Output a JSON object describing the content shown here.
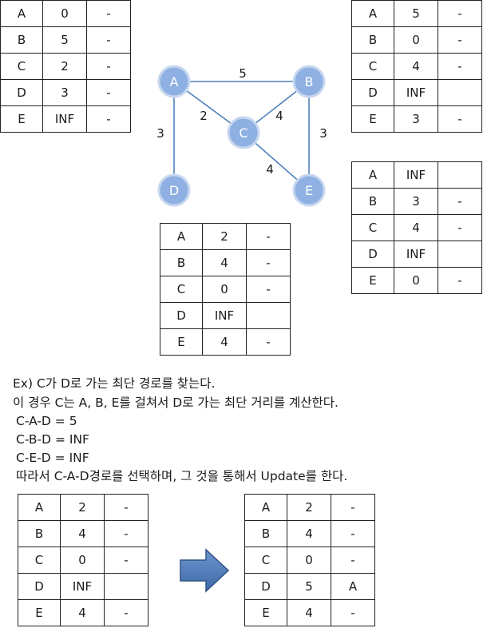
{
  "graph": {
    "nodes": [
      "A",
      "B",
      "C",
      "D",
      "E"
    ],
    "edges": [
      {
        "from": "A",
        "to": "B",
        "weight": "5"
      },
      {
        "from": "A",
        "to": "C",
        "weight": "2"
      },
      {
        "from": "A",
        "to": "D",
        "weight": "3"
      },
      {
        "from": "C",
        "to": "B",
        "weight": "4"
      },
      {
        "from": "B",
        "to": "E",
        "weight": "3"
      },
      {
        "from": "C",
        "to": "E",
        "weight": "4"
      }
    ],
    "node_color": "#8eb0e3",
    "edge_color": "#4f81bd"
  },
  "tables": {
    "node_a": [
      [
        "A",
        "0",
        "-"
      ],
      [
        "B",
        "5",
        "-"
      ],
      [
        "C",
        "2",
        "-"
      ],
      [
        "D",
        "3",
        "-"
      ],
      [
        "E",
        "INF",
        "-"
      ]
    ],
    "node_b": [
      [
        "A",
        "5",
        "-"
      ],
      [
        "B",
        "0",
        "-"
      ],
      [
        "C",
        "4",
        "-"
      ],
      [
        "D",
        "INF",
        ""
      ],
      [
        "E",
        "3",
        "-"
      ]
    ],
    "node_c": [
      [
        "A",
        "2",
        "-"
      ],
      [
        "B",
        "4",
        "-"
      ],
      [
        "C",
        "0",
        "-"
      ],
      [
        "D",
        "INF",
        ""
      ],
      [
        "E",
        "4",
        "-"
      ]
    ],
    "node_e": [
      [
        "A",
        "INF",
        ""
      ],
      [
        "B",
        "3",
        "-"
      ],
      [
        "C",
        "4",
        "-"
      ],
      [
        "D",
        "INF",
        ""
      ],
      [
        "E",
        "0",
        "-"
      ]
    ],
    "before": [
      [
        "A",
        "2",
        "-"
      ],
      [
        "B",
        "4",
        "-"
      ],
      [
        "C",
        "0",
        "-"
      ],
      [
        "D",
        "INF",
        ""
      ],
      [
        "E",
        "4",
        "-"
      ]
    ],
    "after": [
      [
        "A",
        "2",
        "-"
      ],
      [
        "B",
        "4",
        "-"
      ],
      [
        "C",
        "0",
        "-"
      ],
      [
        "D",
        "5",
        "A"
      ],
      [
        "E",
        "4",
        "-"
      ]
    ]
  },
  "text": {
    "line1": "Ex) C가 D로 가는 최단 경로를 찾는다.",
    "line2": "이 경우 C는 A, B, E를 걸쳐서 D로 가는 최단 거리를 계산한다.",
    "line3": "C-A-D = 5",
    "line4": "C-B-D = INF",
    "line5": "C-E-D = INF",
    "line6": "따라서 C-A-D경로를 선택하며, 그 것을 통해서 Update를 한다."
  },
  "arrow": {
    "icon": "right-arrow-icon",
    "color": "#4f81bd"
  }
}
